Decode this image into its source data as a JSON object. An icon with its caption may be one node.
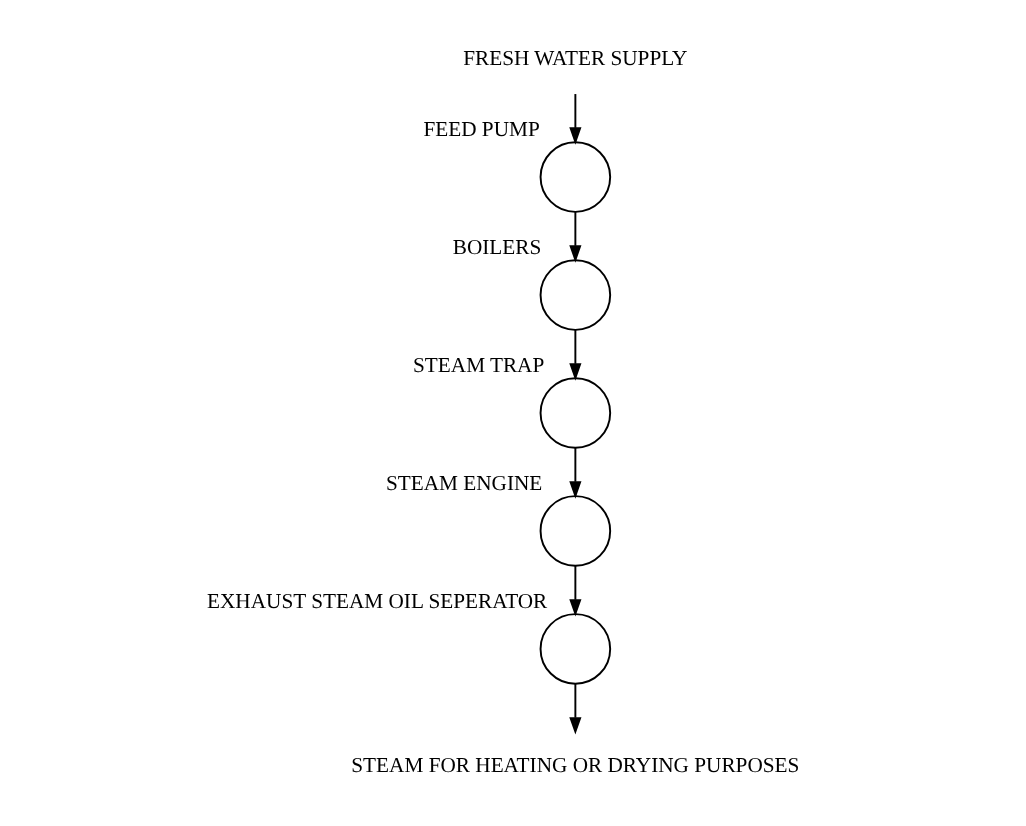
{
  "diagram": {
    "nodes": [
      {
        "text": [
          "FRESH WATER SUPPLY"
        ]
      },
      {
        "text": [
          "FEED PUMP"
        ]
      },
      {
        "text": [
          "BOILERS"
        ]
      },
      {
        "text": [
          "STEAM TRAP"
        ]
      },
      {
        "text": [
          "STEAM ENGINE"
        ]
      },
      {
        "text": [
          "EXHAUST STEAM OIL SEPERATOR"
        ]
      },
      {
        "text": [
          "STEAM FOR HEATING OR DRYING PURPOSES"
        ]
      }
    ],
    "edges": [
      {
        "from": 0,
        "to": 1,
        "arrow": "to"
      },
      {
        "from": 1,
        "to": 2,
        "arrow": "to"
      },
      {
        "from": 2,
        "to": 3,
        "arrow": "to"
      },
      {
        "from": 3,
        "to": 4,
        "arrow": "to"
      },
      {
        "from": 4,
        "to": 5,
        "arrow": "to"
      },
      {
        "from": 5,
        "to": 6,
        "arrow": "to"
      }
    ]
  }
}
